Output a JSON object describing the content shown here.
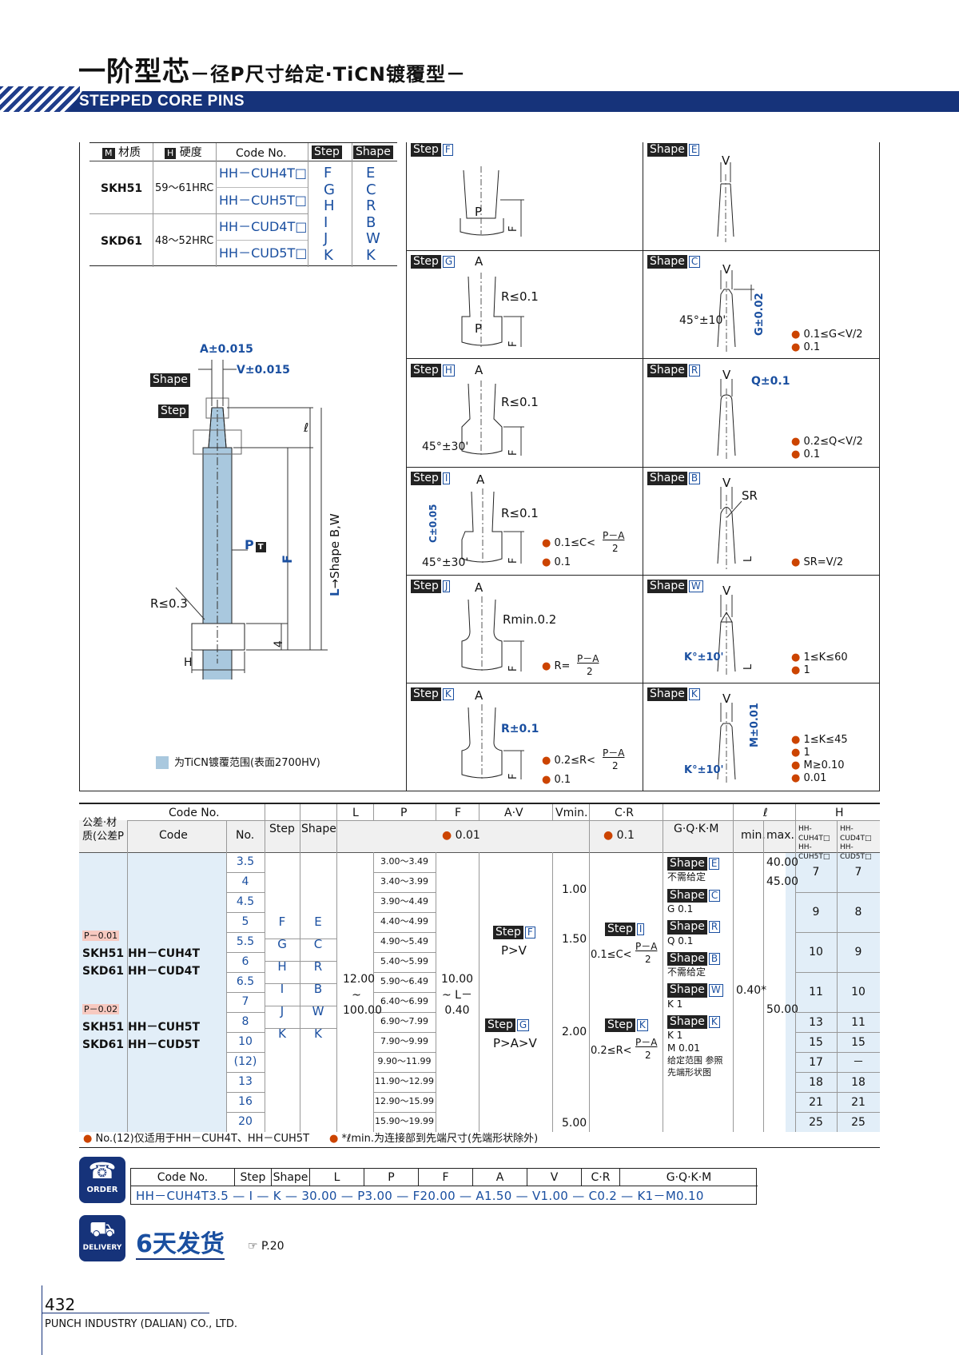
{
  "header": {
    "title_main": "一阶型芯",
    "title_sub": "－径P尺寸给定·TiCN镀覆型－",
    "title_en": "STEPPED CORE PINS"
  },
  "material_table": {
    "headers": {
      "material": "材质",
      "material_icon": "M",
      "hardness": "硬度",
      "hardness_icon": "H",
      "code": "Code No.",
      "step": "Step",
      "shape": "Shape"
    },
    "rows": [
      {
        "material": "SKH51",
        "hardness": "59～61HRC",
        "codes": [
          "HH－CUH4T□",
          "HH－CUH5T□"
        ]
      },
      {
        "material": "SKD61",
        "hardness": "48～52HRC",
        "codes": [
          "HH－CUD4T□",
          "HH－CUD5T□"
        ]
      }
    ],
    "steps": "F G H I J K",
    "shapes": "E C R B W K"
  },
  "main_drawing": {
    "a": "A±0.015",
    "v": "V±0.015",
    "shape": "Shape",
    "step": "Step",
    "l": "ℓ",
    "p": "P",
    "p_icon": "T",
    "r": "R≤0.3",
    "f": "F",
    "l_dim": "L",
    "shape_bw": "→Shape B,W",
    "h": "H",
    "four": "4",
    "legend": "为TiCN镀覆范围(表面2700HV)"
  },
  "diagrams": {
    "F": {
      "label": "Step",
      "code": "F"
    },
    "E": {
      "label": "Shape",
      "code": "E"
    },
    "G": {
      "label": "Step",
      "code": "G",
      "r": "R≤0.1"
    },
    "C": {
      "label": "Shape",
      "code": "C",
      "angle": "45°±10'",
      "note1": "0.1≤G<V/2",
      "note2": "0.1",
      "dim": "G±0.02"
    },
    "H": {
      "label": "Step",
      "code": "H",
      "r": "R≤0.1",
      "angle": "45°±30'"
    },
    "R": {
      "label": "Shape",
      "code": "R",
      "q": "Q±0.1",
      "note1": "0.2≤Q<V/2",
      "note2": "0.1"
    },
    "I": {
      "label": "Step",
      "code": "I",
      "r": "R≤0.1",
      "angle": "45°±30'",
      "c": "C±0.05",
      "note1": "0.1≤C<",
      "frac_num": "P－A",
      "frac_den": "2",
      "note2": "0.1"
    },
    "B": {
      "label": "Shape",
      "code": "B",
      "sr": "SR",
      "note1": "SR=V/2"
    },
    "J": {
      "label": "Step",
      "code": "J",
      "r": "Rmin.0.2",
      "note1": "R=",
      "frac_num": "P－A",
      "frac_den": "2"
    },
    "W": {
      "label": "Shape",
      "code": "W",
      "k": "K°±10'",
      "note1": "1≤K≤60",
      "note2": "1"
    },
    "K": {
      "label": "Step",
      "code": "K",
      "r": "R±0.1",
      "note1": "0.2≤R<",
      "frac_num": "P－A",
      "frac_den": "2",
      "note2": "0.1"
    },
    "K2": {
      "label": "Shape",
      "code": "K",
      "k": "K°±10'",
      "m": "M±0.01",
      "note1": "1≤K≤45",
      "note2": "1",
      "note3": "M≥0.10",
      "note4": "0.01"
    },
    "common": {
      "a": "A",
      "p": "P",
      "f": "F",
      "v": "V",
      "l": "L"
    }
  },
  "spec_table": {
    "h_tol": "公差·材质(公差P",
    "h_codeno": "Code No.",
    "h_code": "Code",
    "h_no": "No.",
    "h_step": "Step",
    "h_shape": "Shape",
    "h_L": "L",
    "h_P": "P",
    "h_F": "F",
    "h_AV": "A·V",
    "h_vmin": "Vmin.",
    "h_CR": "C·R",
    "h_GQKM": "G·Q·K·M",
    "h_l": "ℓ",
    "h_H": "H",
    "h_001": "0.01",
    "h_01": "0.1",
    "h_min": "min.",
    "h_max": "max.",
    "h_h1": "HH-CUH4T□ HH-CUH5T□",
    "h_h2": "HH-CUD4T□ HH-CUD5T□",
    "tol1": "P－0.01",
    "tol2": "P－0.02",
    "codes": [
      "SKH51 HH－CUH4T",
      "SKD61 HH－CUD4T",
      "SKH51 HH－CUH5T",
      "SKD61 HH－CUD5T"
    ],
    "nos": [
      "3.5",
      "4",
      "4.5",
      "5",
      "5.5",
      "6",
      "6.5",
      "7",
      "8",
      "10",
      "(12)",
      "13",
      "16",
      "20"
    ],
    "steps": [
      "F",
      "G",
      "H",
      "I",
      "J",
      "K"
    ],
    "shapes": [
      "E",
      "C",
      "R",
      "B",
      "W",
      "K"
    ],
    "L": "12.00 ~ 100.00",
    "P": [
      "3.00～3.49",
      "3.40～3.99",
      "3.90～4.49",
      "4.40～4.99",
      "4.90～5.49",
      "5.40～5.99",
      "5.90～6.49",
      "6.40～6.99",
      "6.90～7.99",
      "7.90～9.99",
      "9.90～11.99",
      "11.90～12.99",
      "12.90～15.99",
      "15.90～19.99"
    ],
    "F": "10.00 ~ L－0.40",
    "AV1": "P>V",
    "AV2": "P>A>V",
    "vmin": [
      "1.00",
      "1.50",
      "2.00",
      "5.00"
    ],
    "CR1": "0.1≤C<",
    "CR2": "0.2≤R<",
    "frac_num": "P－A",
    "frac_den": "2",
    "GQKM": [
      "不需给定",
      "G 0.1",
      "Q 0.1",
      "不需给定",
      "K 1",
      "K 1",
      "M 0.01",
      "给定范围 参照先端形状图"
    ],
    "l_min": "0.40*",
    "l_max": [
      "40.00",
      "45.00",
      "50.00"
    ],
    "H1": [
      "7",
      "9",
      "10",
      "11",
      "13",
      "15",
      "17",
      "18",
      "21",
      "25"
    ],
    "H2": [
      "7",
      "8",
      "9",
      "10",
      "11",
      "15",
      "－",
      "18",
      "21",
      "25"
    ],
    "note1": "No.(12)仅适用于HH－CUH4T、HH－CUH5T",
    "note2": "*ℓmin.为连接部到先端尺寸(先端形状除外)"
  },
  "order": {
    "icon_label": "ORDER",
    "headers": [
      "Code No.",
      "Step",
      "Shape",
      "L",
      "P",
      "F",
      "A",
      "V",
      "C·R",
      "G·Q·K·M"
    ],
    "value": "HH－CUH4T3.5 — I — K — 30.00 — P3.00 — F20.00 — A1.50 — V1.00 — C0.2 — K1－M0.10"
  },
  "delivery": {
    "icon_label": "DELIVERY",
    "text": "6天发货",
    "ref": "☞ P.20"
  },
  "footer": {
    "page": "432",
    "company": "PUNCH INDUSTRY (DALIAN) CO., LTD."
  }
}
